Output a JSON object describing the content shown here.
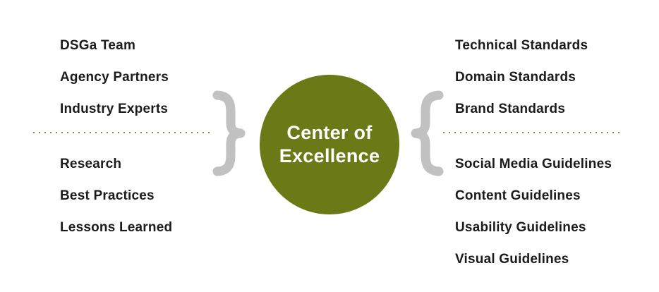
{
  "diagram": {
    "center_circle": {
      "line1": "Center of",
      "line2": "Excellence"
    },
    "left_column": {
      "top_items": [
        "DSGa Team",
        "Agency Partners",
        "Industry Experts"
      ],
      "bottom_items": [
        "Research",
        "Best Practices",
        "Lessons Learned"
      ]
    },
    "right_column": {
      "top_items": [
        "Technical Standards",
        "Domain Standards",
        "Brand Standards"
      ],
      "bottom_items": [
        "Social Media Guidelines",
        "Content Guidelines",
        "Usability Guidelines",
        "Visual Guidelines"
      ]
    },
    "icons": {
      "left_brace": "curly-brace-right",
      "right_brace": "curly-brace-left"
    },
    "colors": {
      "background": "#ffffff",
      "circle_fill": "#6b7a17",
      "circle_text": "#ffffff",
      "item_text": "#1b1b1b",
      "dotted_line": "#84882e",
      "brace": "#c1c1c1"
    }
  }
}
